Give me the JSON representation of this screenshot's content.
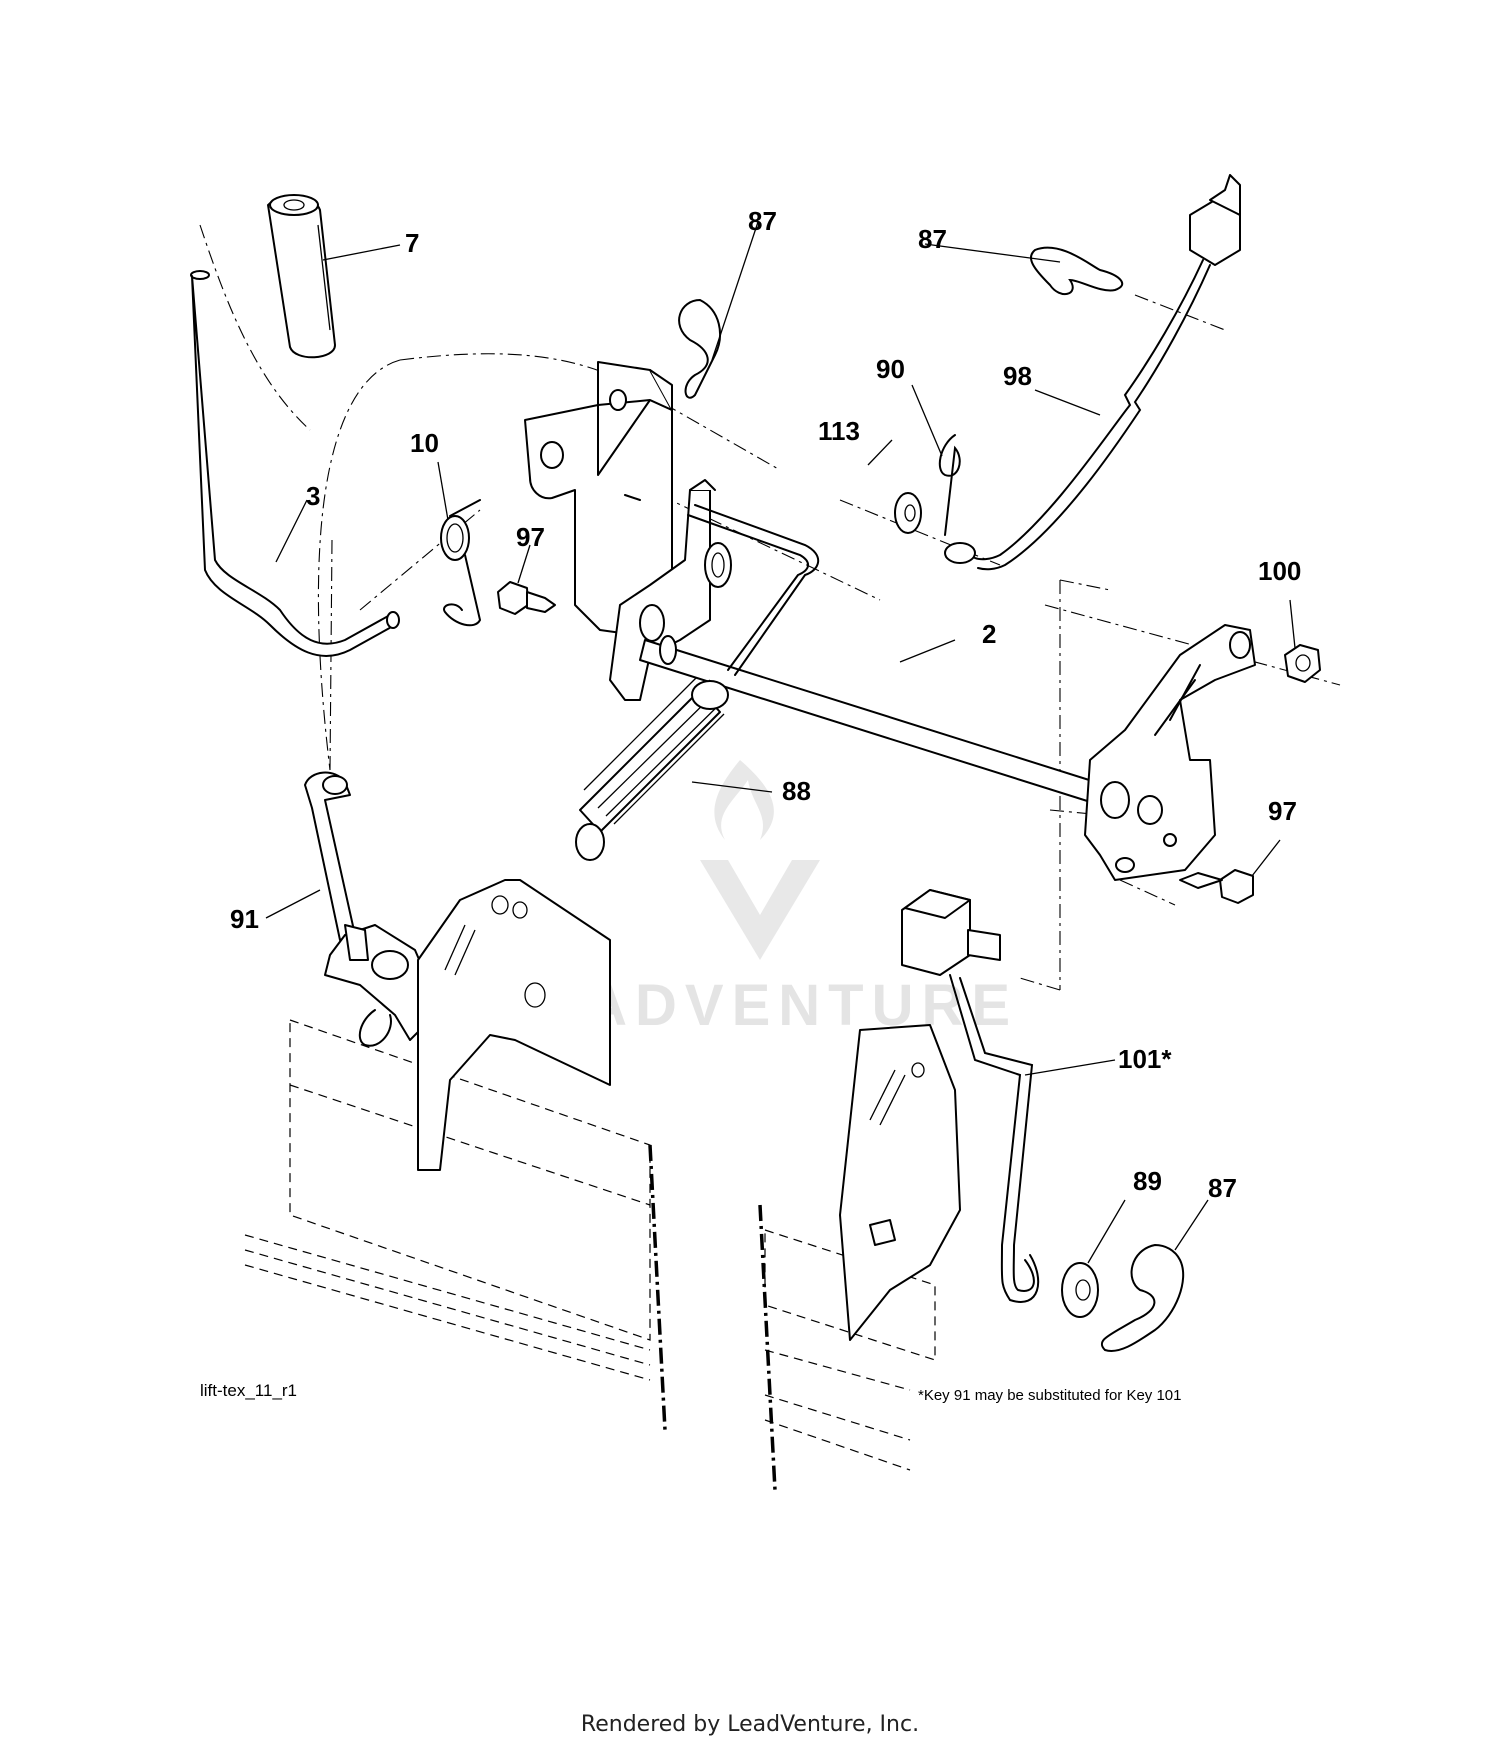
{
  "callouts": {
    "c7": "7",
    "c87a": "87",
    "c87b": "87",
    "c90": "90",
    "c98": "98",
    "c113": "113",
    "c10": "10",
    "c3": "3",
    "c97a": "97",
    "c100": "100",
    "c2": "2",
    "c88": "88",
    "c97b": "97",
    "c91": "91",
    "c101": "101*",
    "c89": "89",
    "c87c": "87"
  },
  "drawing_id": "lift-tex_11_r1",
  "note": "*Key 91 may be substituted for Key 101",
  "watermark": "LEADVENTURE",
  "footer": "Rendered by LeadVenture, Inc."
}
